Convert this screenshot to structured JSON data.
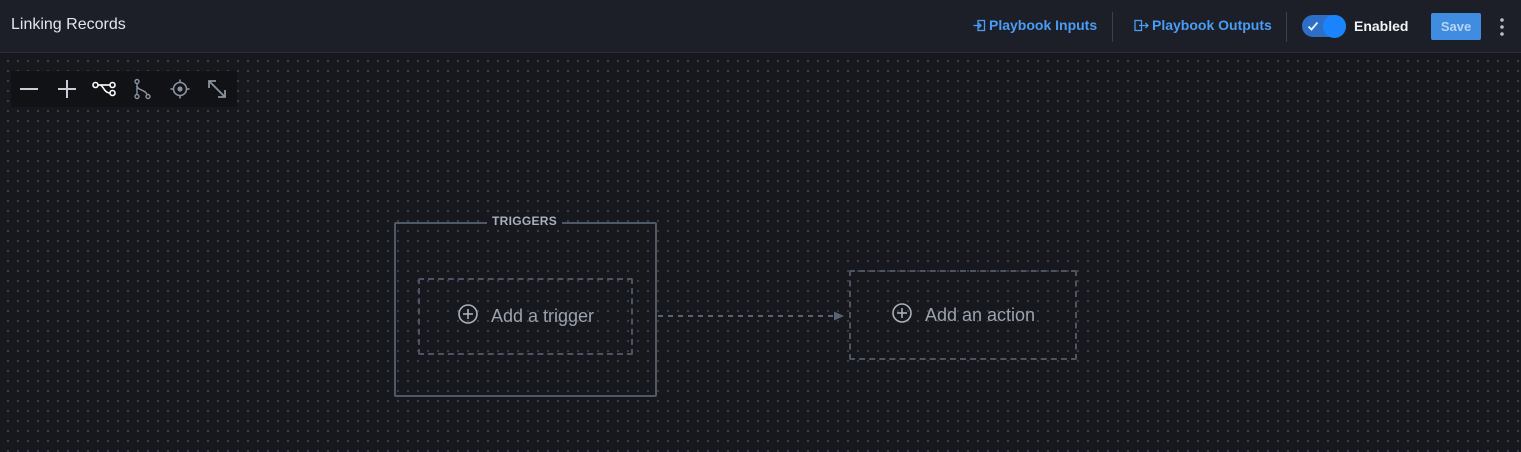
{
  "header": {
    "title": "Linking Records",
    "playbook_inputs_label": "Playbook Inputs",
    "playbook_outputs_label": "Playbook Outputs",
    "enabled_label": "Enabled",
    "enabled": true,
    "save_label": "Save"
  },
  "toolbar": {
    "tools": [
      {
        "name": "zoom-out-icon"
      },
      {
        "name": "zoom-in-icon"
      },
      {
        "name": "auto-layout-icon"
      },
      {
        "name": "branch-path-icon"
      },
      {
        "name": "center-target-icon"
      },
      {
        "name": "fit-to-screen-icon"
      }
    ]
  },
  "canvas": {
    "triggers_label": "TRIGGERS",
    "add_trigger_label": "Add a trigger",
    "add_action_label": "Add an action"
  },
  "colors": {
    "accent": "#4a9cf6",
    "toggle_on": "#1a84ff",
    "save_button": "#3f8ce0",
    "canvas_bg": "#16181d",
    "header_bg": "#1c1f27"
  }
}
